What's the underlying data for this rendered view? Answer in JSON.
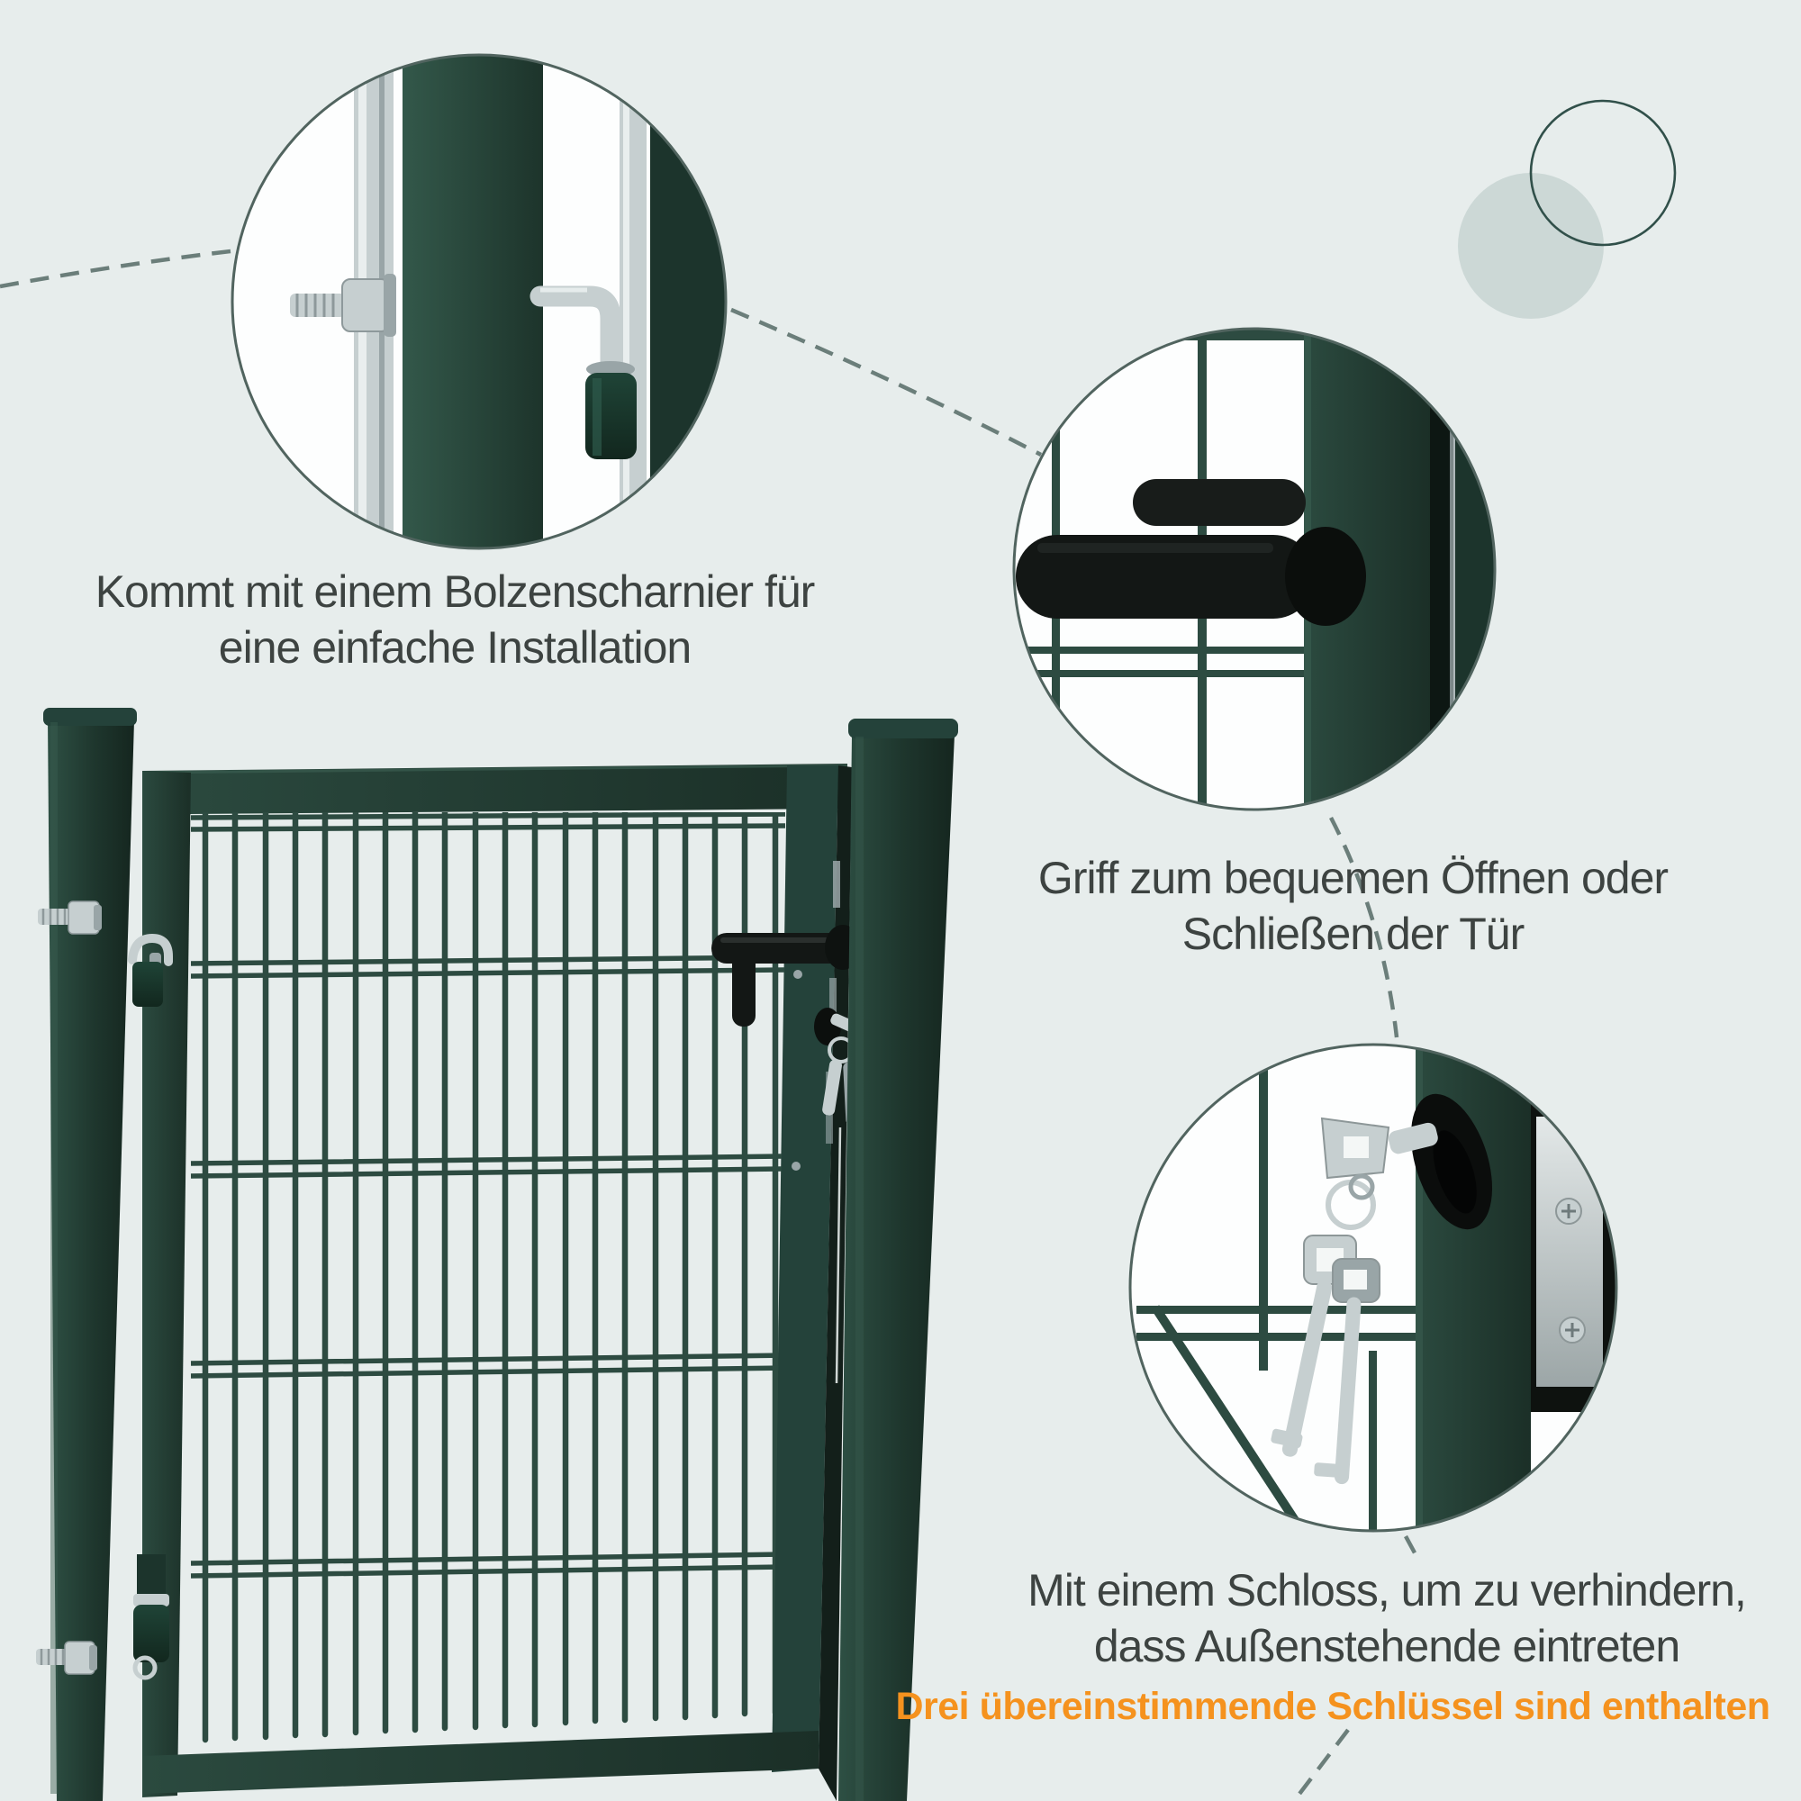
{
  "product": {
    "subject": "garden-gate-with-mesh-panel",
    "scene": "product-feature-callouts"
  },
  "callouts": [
    {
      "id": "hinge-detail",
      "line1": "Kommt mit einem Bolzenscharnier für",
      "line2": "eine einfache Installation"
    },
    {
      "id": "handle-detail",
      "line1": "Griff zum bequemen Öffnen oder",
      "line2": "Schließen der Tür"
    },
    {
      "id": "lock-detail",
      "line1": "Mit einem Schloss, um zu verhindern,",
      "line2": "dass Außenstehende eintreten"
    }
  ],
  "highlight": {
    "text": "Drei übereinstimmende Schlüssel sind enthalten"
  },
  "colors": {
    "bg": "#e7edec",
    "text": "#3d4341",
    "accent": "#f5921e",
    "dash": "#6b7e7a",
    "ring": "#51645f",
    "circle-fill": "#fdfefe",
    "deco-fill": "#ccd8d6",
    "deco-ring": "#31504a",
    "green-dark": "#1c342c",
    "green-mid": "#24423a",
    "green-light": "#2e4f44",
    "green-edge": "#35584c",
    "mesh": "#2d4b41",
    "part-black": "#131715",
    "silver": "#c6cfd0",
    "silver-dark": "#99a5a7",
    "silver-light": "#e9eeee",
    "wire": "#cfd6d4"
  }
}
